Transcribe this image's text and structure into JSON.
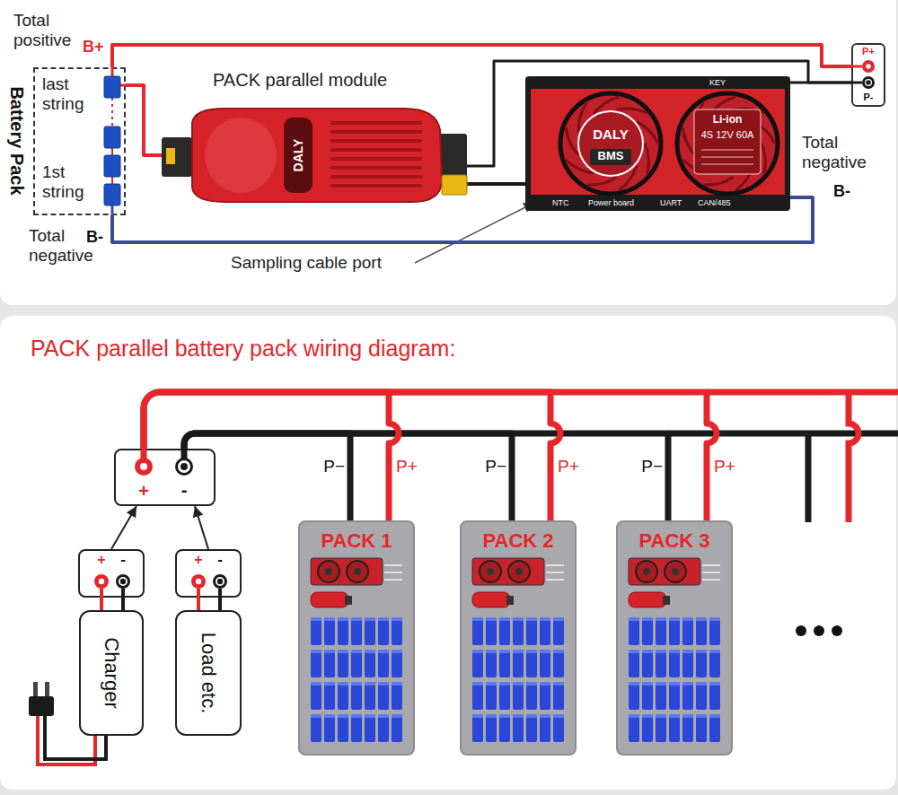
{
  "diagram": {
    "title": "PACK parallel battery pack wiring diagram:",
    "nodes": [
      {
        "text": [
          "Battery Pack",
          "last string",
          "1st string"
        ]
      },
      {
        "text": [
          "PACK parallel module",
          "DALY"
        ]
      },
      {
        "text": [
          "KEY",
          "DALY",
          "BMS",
          "Li-ion",
          "4S 12V 60A",
          "NTC",
          "Power board",
          "UART",
          "CAN/485"
        ]
      },
      {
        "text": [
          "P+",
          "P-"
        ]
      },
      {
        "text": [
          "+",
          "-"
        ]
      },
      {
        "text": [
          "+",
          "-"
        ]
      },
      {
        "text": [
          "+",
          "-"
        ]
      },
      {
        "text": [
          "Charger"
        ]
      },
      {
        "text": [
          "Load etc."
        ]
      },
      {
        "text": [
          "PACK 1"
        ]
      },
      {
        "text": [
          "PACK 2"
        ]
      },
      {
        "text": [
          "PACK 3"
        ]
      }
    ],
    "edges": [
      {
        "from": 0,
        "to": 3,
        "arrow": "none"
      },
      {
        "from": 0,
        "to": 1,
        "arrow": "none"
      },
      {
        "from": 1,
        "to": 2,
        "arrow": "none"
      },
      {
        "from": 1,
        "to": 3,
        "arrow": "none"
      },
      {
        "from": 2,
        "to": 3,
        "arrow": "none"
      },
      {
        "from": 0,
        "to": 2,
        "arrow": "none"
      },
      {
        "from": 5,
        "to": 4,
        "arrow": "to"
      },
      {
        "from": 6,
        "to": 4,
        "arrow": "to"
      },
      {
        "from": 5,
        "to": 7,
        "arrow": "none"
      },
      {
        "from": 6,
        "to": 8,
        "arrow": "none"
      },
      {
        "from": 4,
        "to": 9,
        "arrow": "none"
      },
      {
        "from": 4,
        "to": 9,
        "arrow": "none"
      },
      {
        "from": 4,
        "to": 10,
        "arrow": "none"
      },
      {
        "from": 4,
        "to": 10,
        "arrow": "none"
      },
      {
        "from": 4,
        "to": 11,
        "arrow": "none"
      },
      {
        "from": 4,
        "to": 11,
        "arrow": "none"
      }
    ],
    "labels": [
      "Total positive",
      "B+",
      "Total negative",
      "B-",
      "Sampling cable port",
      "Total negative",
      "B-",
      "P−",
      "P+",
      "P−",
      "P+",
      "P−",
      "P+"
    ]
  }
}
